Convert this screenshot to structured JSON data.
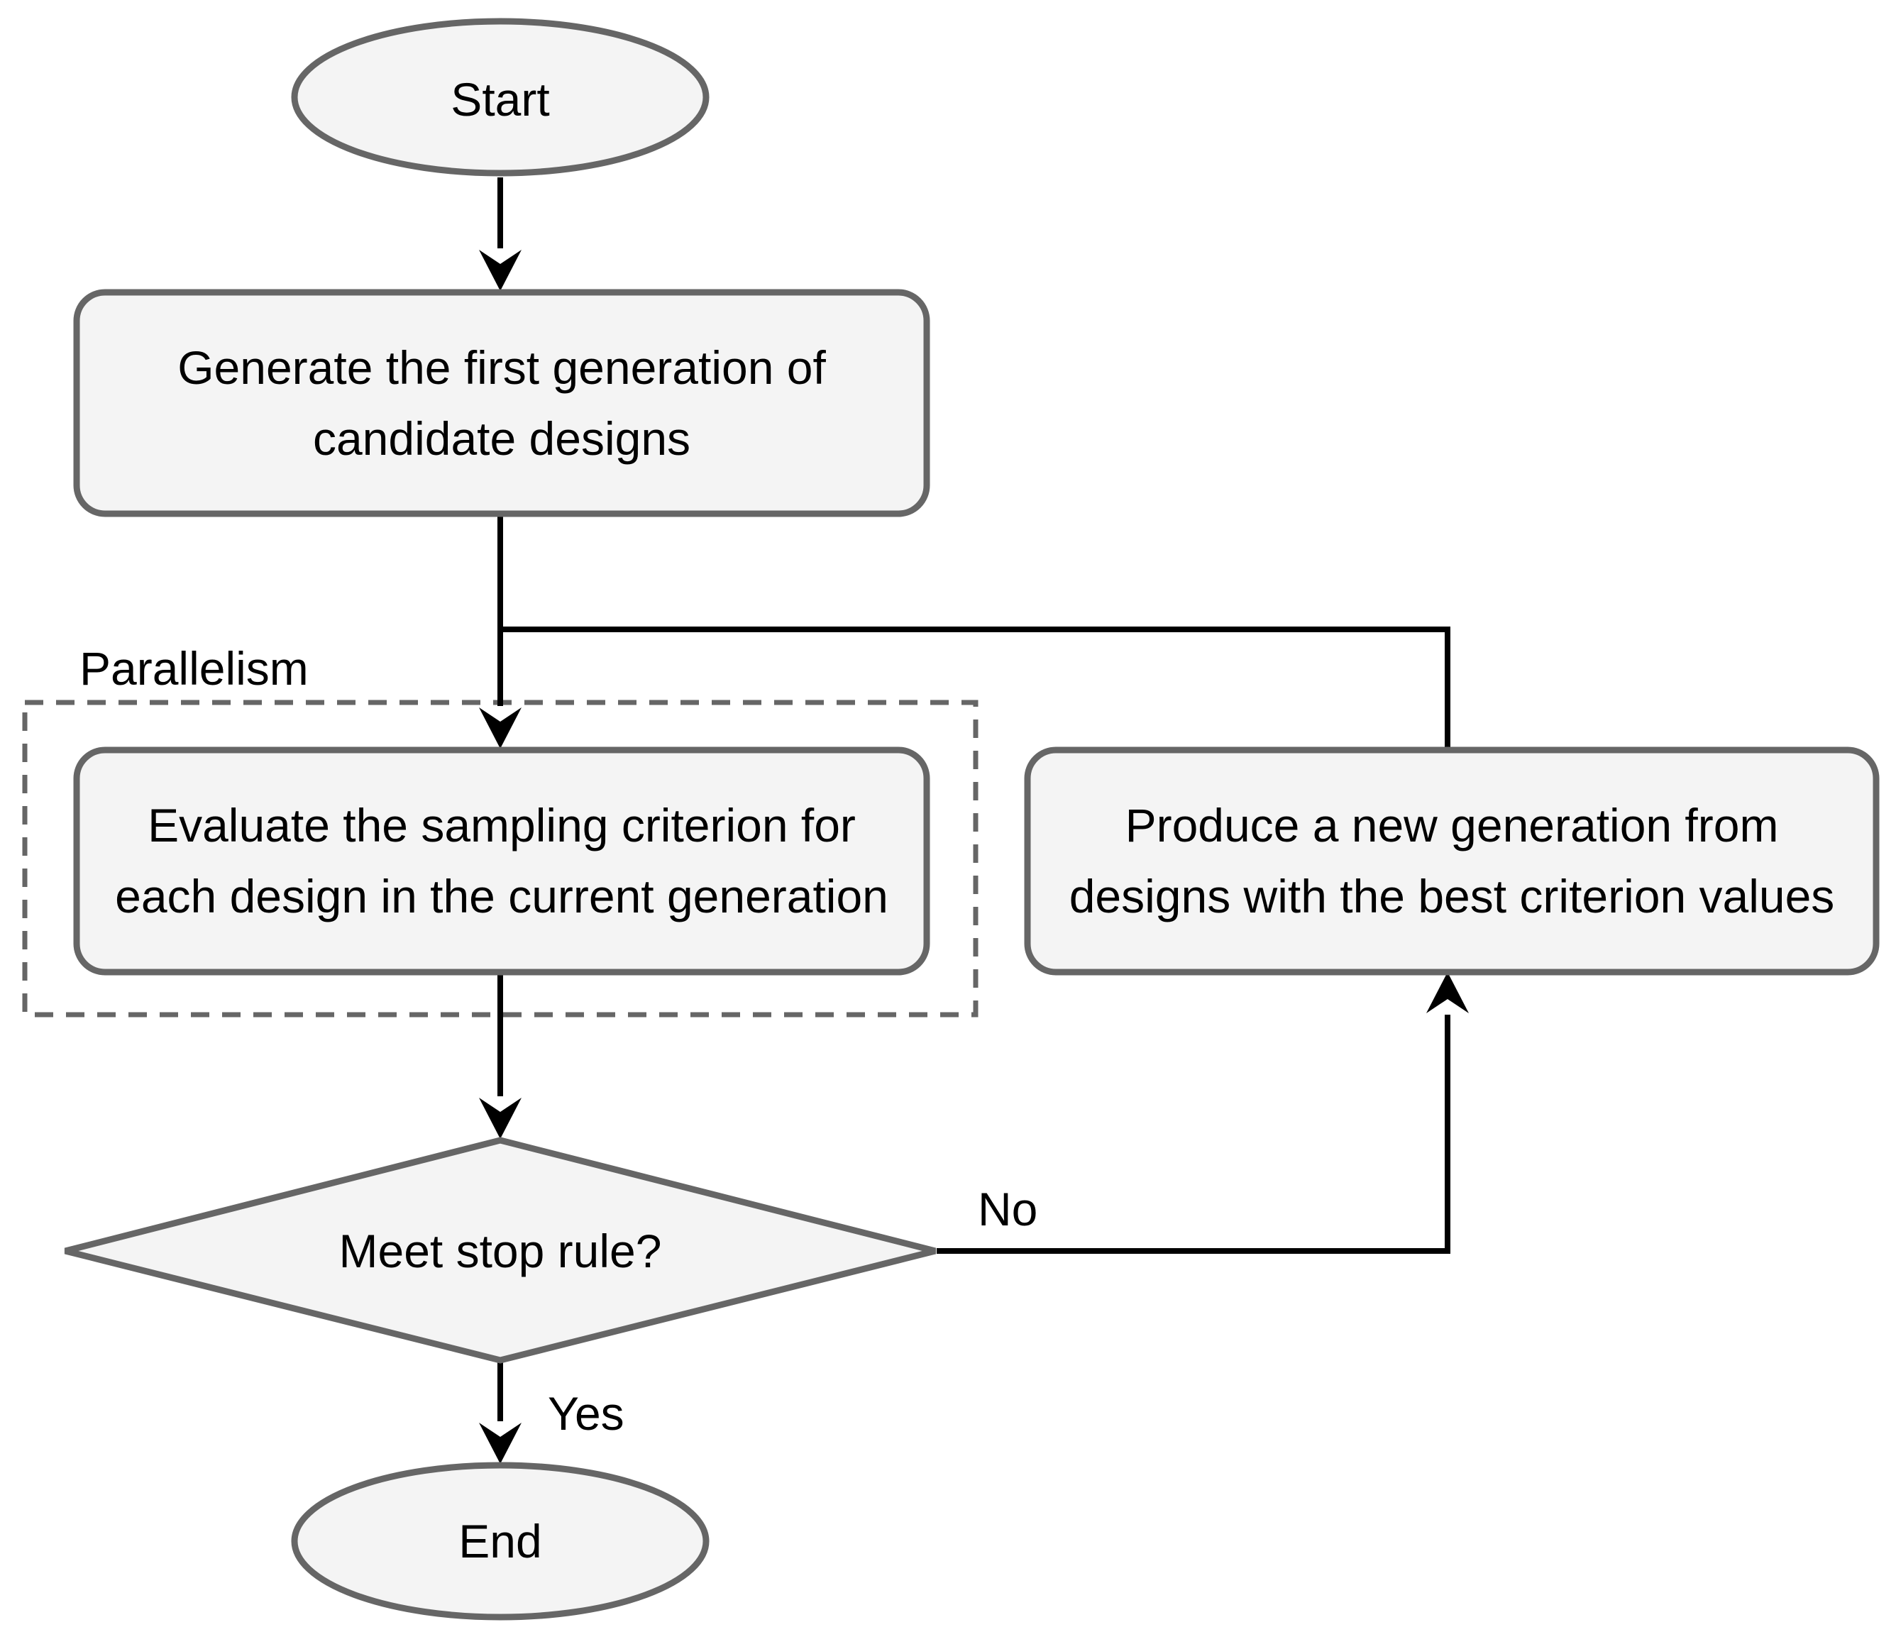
{
  "nodes": {
    "start": {
      "text": "Start"
    },
    "generate": {
      "text": "Generate the first generation of\ncandidate designs"
    },
    "evaluate": {
      "text": "Evaluate the sampling criterion for\neach design in the current generation"
    },
    "produce": {
      "text": "Produce a new generation from\ndesigns with the best criterion values"
    },
    "decision": {
      "text": "Meet stop rule?"
    },
    "end": {
      "text": "End"
    }
  },
  "group": {
    "label": "Parallelism"
  },
  "edges": {
    "no_label": "No",
    "yes_label": "Yes"
  },
  "colors": {
    "node_fill": "#f4f4f4",
    "node_stroke": "#666666",
    "arrow": "#000000",
    "group_border": "#666666",
    "background": "#ffffff"
  }
}
